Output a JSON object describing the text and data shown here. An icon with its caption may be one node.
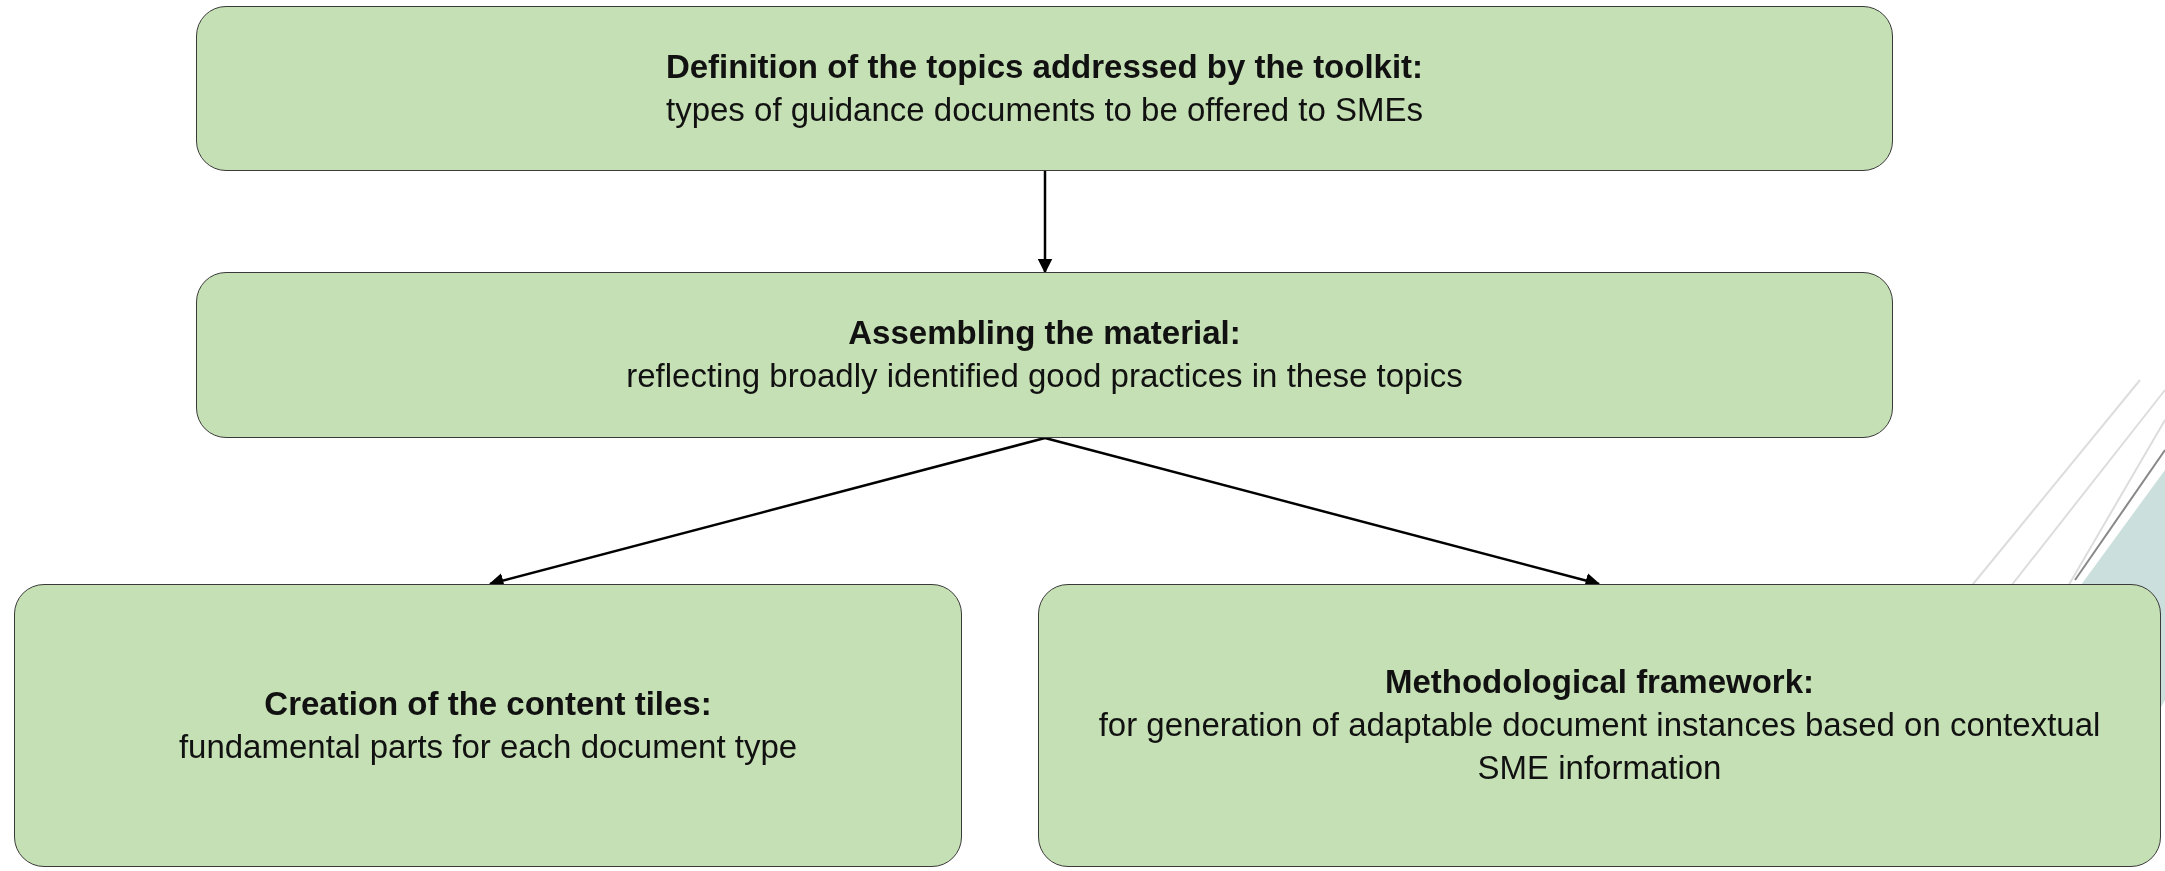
{
  "diagram": {
    "nodes": [
      {
        "text": [
          "Definition of the topics addressed by the toolkit:",
          "types of guidance documents to be offered to SMEs"
        ]
      },
      {
        "text": [
          "Assembling the material:",
          "reflecting broadly identified good practices in these topics"
        ]
      },
      {
        "text": [
          "Creation of the content tiles:",
          "fundamental parts for each document type"
        ]
      },
      {
        "text": [
          "Methodological framework:",
          "for generation of adaptable document instances based on contextual SME information"
        ]
      }
    ],
    "edges": [
      {
        "from": 0,
        "to": 1,
        "arrow": "to"
      },
      {
        "from": 1,
        "to": 2,
        "arrow": "to"
      },
      {
        "from": 1,
        "to": 3,
        "arrow": "to"
      }
    ]
  }
}
